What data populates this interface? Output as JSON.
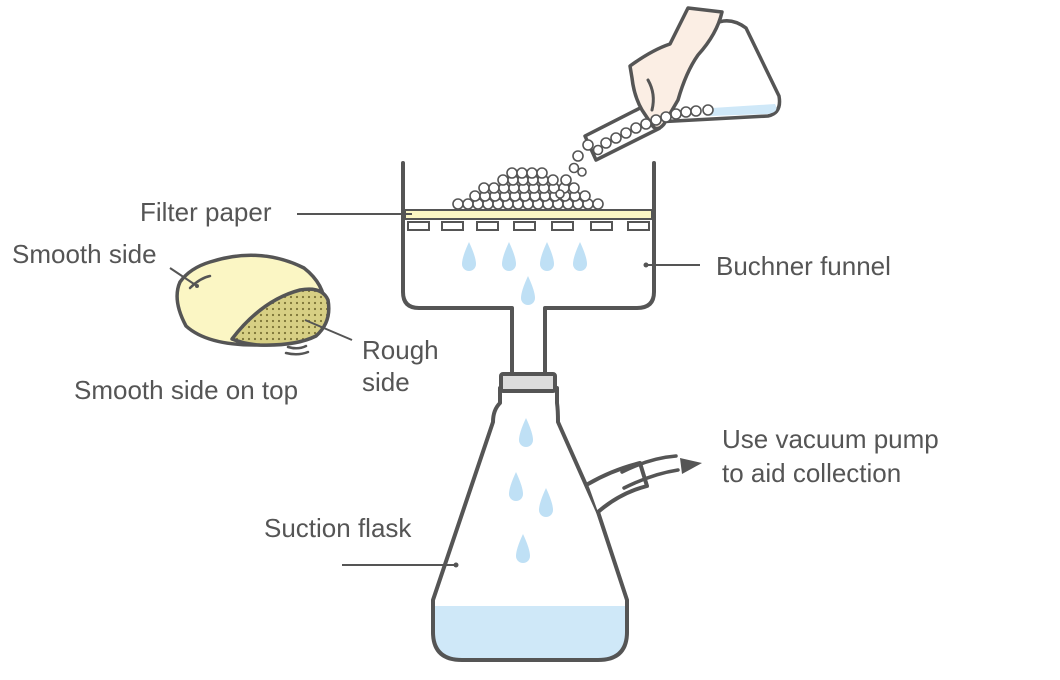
{
  "labels": {
    "filter_paper": "Filter paper",
    "smooth_side": "Smooth side",
    "rough_side_line1": "Rough",
    "rough_side_line2": "side",
    "smooth_on_top": "Smooth side on top",
    "buchner_funnel": "Buchner funnel",
    "vacuum_line1": "Use vacuum pump",
    "vacuum_line2": "to aid collection",
    "suction_flask": "Suction flask"
  },
  "colors": {
    "outline": "#555555",
    "liquid": "#cfe8f8",
    "drop": "#bfe0f5",
    "paper": "#fbf6c4",
    "paper_rough": "#c7bf6e",
    "text": "#555555"
  }
}
